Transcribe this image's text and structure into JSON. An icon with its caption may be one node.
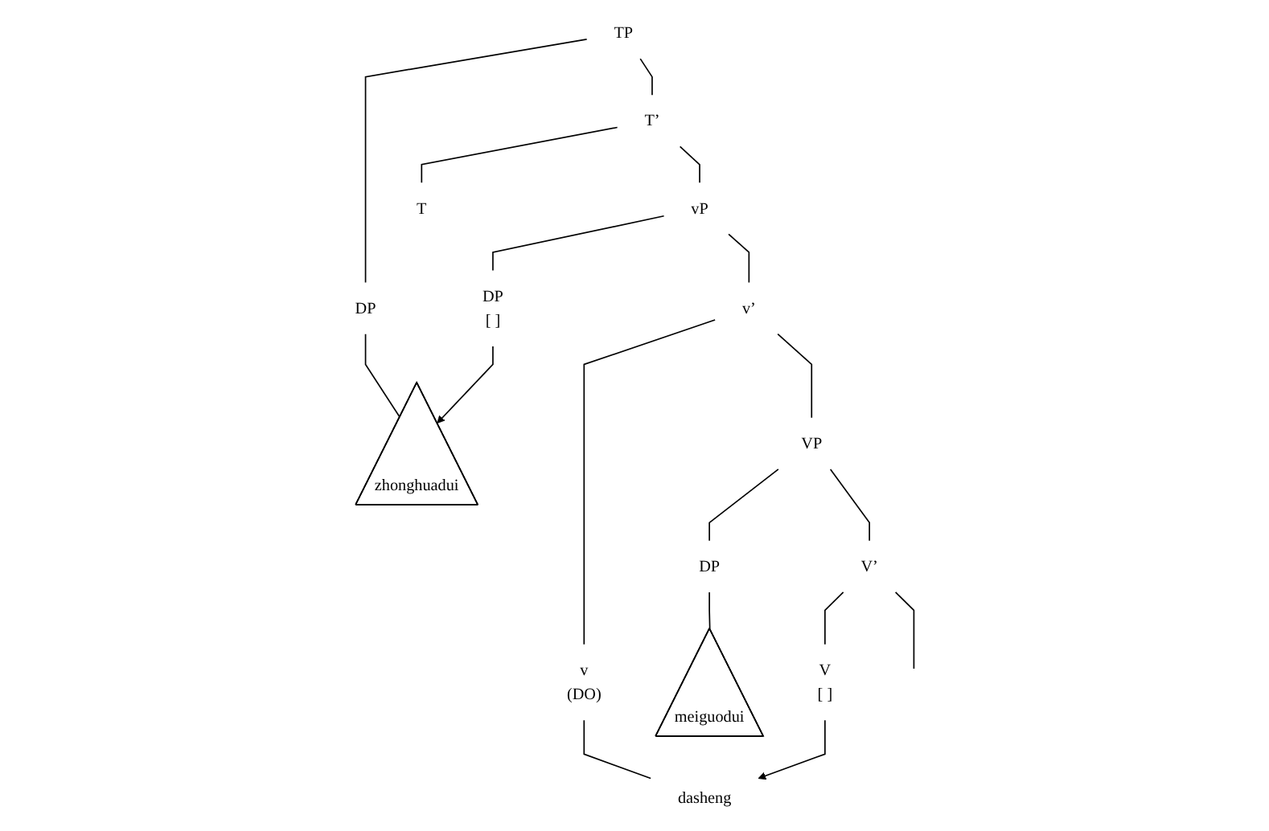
{
  "diagram": {
    "nodes": [
      {
        "text": [
          "TP"
        ]
      },
      {
        "text": [
          "DP"
        ]
      },
      {
        "text": [
          "zhonghuadui"
        ]
      },
      {
        "text": [
          "T’"
        ]
      },
      {
        "text": [
          "T"
        ]
      },
      {
        "text": [
          "vP"
        ]
      },
      {
        "text": [
          "DP",
          "[ ]"
        ]
      },
      {
        "text": [
          "v’"
        ]
      },
      {
        "text": [
          "v",
          "(DO)"
        ]
      },
      {
        "text": [
          "VP"
        ]
      },
      {
        "text": [
          "DP"
        ]
      },
      {
        "text": [
          "meiguodui"
        ]
      },
      {
        "text": [
          "V’"
        ]
      },
      {
        "text": [
          "V",
          "[ ]"
        ]
      },
      {
        "text": [
          "dasheng"
        ]
      }
    ],
    "edges": [
      {
        "from": 0,
        "to": 1,
        "arrow": "none"
      },
      {
        "from": 0,
        "to": 3,
        "arrow": "none"
      },
      {
        "from": 1,
        "to": 2,
        "arrow": "none"
      },
      {
        "from": 3,
        "to": 4,
        "arrow": "none"
      },
      {
        "from": 3,
        "to": 5,
        "arrow": "none"
      },
      {
        "from": 5,
        "to": 6,
        "arrow": "none"
      },
      {
        "from": 5,
        "to": 7,
        "arrow": "none"
      },
      {
        "from": 7,
        "to": 8,
        "arrow": "none"
      },
      {
        "from": 7,
        "to": 9,
        "arrow": "none"
      },
      {
        "from": 9,
        "to": 10,
        "arrow": "none"
      },
      {
        "from": 9,
        "to": 12,
        "arrow": "none"
      },
      {
        "from": 10,
        "to": 11,
        "arrow": "none"
      },
      {
        "from": 12,
        "to": 13,
        "arrow": "none"
      },
      {
        "from": 12,
        "to": null,
        "arrow": "none"
      },
      {
        "from": 8,
        "to": 14,
        "arrow": "none"
      },
      {
        "from": 6,
        "to": 2,
        "arrow": "to"
      },
      {
        "from": 13,
        "to": 14,
        "arrow": "to"
      }
    ]
  }
}
